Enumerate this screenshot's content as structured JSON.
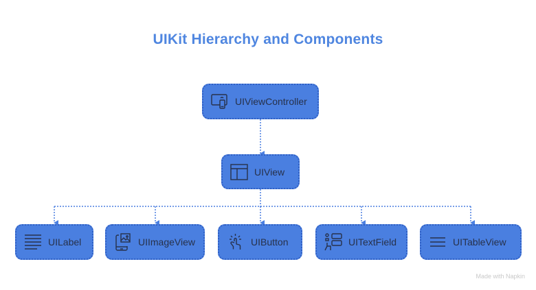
{
  "title": "UIKit Hierarchy and Components",
  "colors": {
    "node_fill": "#4a7fe0",
    "title": "#4f86e0",
    "connector": "#4a7fe0",
    "text": "#27314a"
  },
  "root": {
    "label": "UIViewController",
    "icon": "monitor-phone-icon"
  },
  "view": {
    "label": "UIView",
    "icon": "layout-icon"
  },
  "children": [
    {
      "label": "UILabel",
      "icon": "text-lines-icon"
    },
    {
      "label": "UIImageView",
      "icon": "phone-image-icon"
    },
    {
      "label": "UIButton",
      "icon": "tap-gesture-icon"
    },
    {
      "label": "UITextField",
      "icon": "form-input-icon"
    },
    {
      "label": "UITableView",
      "icon": "list-icon"
    }
  ],
  "watermark": "Made with Napkin"
}
